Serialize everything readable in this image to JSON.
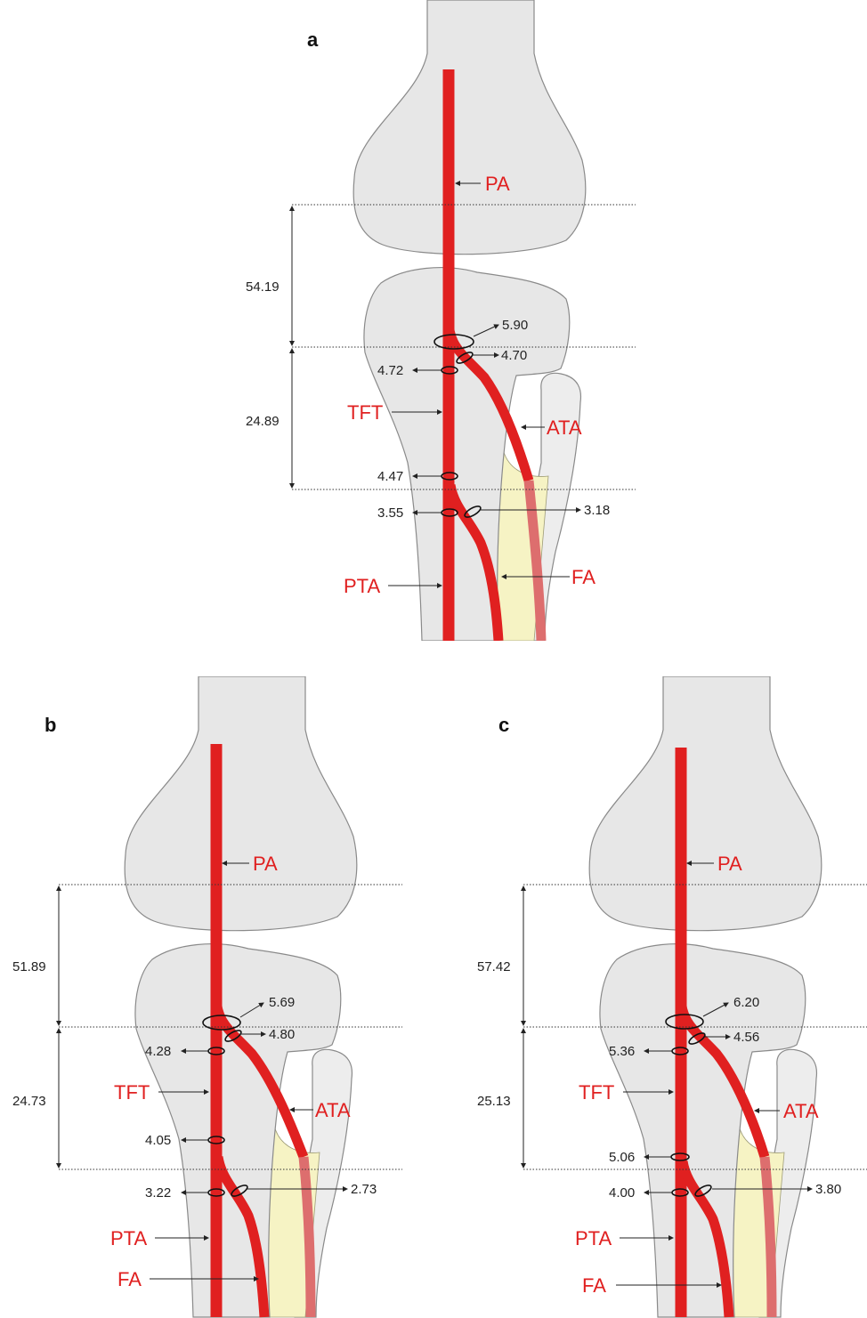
{
  "panels": [
    {
      "letter": "a",
      "dims": {
        "upper": "54.19",
        "lower": "24.89"
      },
      "diameters": {
        "pa_origin": "5.90",
        "ata_origin": "4.70",
        "tft_upper": "4.72",
        "tft_lower": "4.47",
        "pta": "3.55",
        "fa": "3.18"
      },
      "labels": {
        "pa": "PA",
        "tft": "TFT",
        "ata": "ATA",
        "pta": "PTA",
        "fa": "FA"
      }
    },
    {
      "letter": "b",
      "dims": {
        "upper": "51.89",
        "lower": "24.73"
      },
      "diameters": {
        "pa_origin": "5.69",
        "ata_origin": "4.80",
        "tft_upper": "4.28",
        "tft_lower": "4.05",
        "pta": "3.22",
        "fa": "2.73"
      },
      "labels": {
        "pa": "PA",
        "tft": "TFT",
        "ata": "ATA",
        "pta": "PTA",
        "fa": "FA"
      }
    },
    {
      "letter": "c",
      "dims": {
        "upper": "57.42",
        "lower": "25.13"
      },
      "diameters": {
        "pa_origin": "6.20",
        "ata_origin": "4.56",
        "tft_upper": "5.36",
        "tft_lower": "5.06",
        "pta": "4.00",
        "fa": "3.80"
      },
      "labels": {
        "pa": "PA",
        "tft": "TFT",
        "ata": "ATA",
        "pta": "PTA",
        "fa": "FA"
      }
    }
  ],
  "colors": {
    "artery": "#e02020",
    "bone": "#e7e7e7",
    "interosseous_membrane": "#f6f3c4"
  }
}
